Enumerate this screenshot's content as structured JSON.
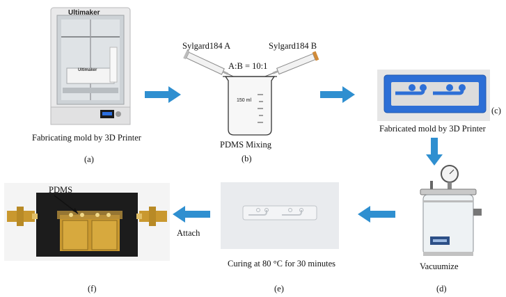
{
  "steps": {
    "a": {
      "caption": "Fabricating mold by 3D Printer",
      "label": "(a)",
      "brand": "Ultimaker",
      "brand_front": "Ultimaker"
    },
    "b": {
      "caption": "PDMS Mixing",
      "label": "(b)",
      "syringe_a": "Sylgard184 A",
      "syringe_b": "Sylgard184 B",
      "ratio": "A:B = 10:1",
      "beaker_volume": "150 ml"
    },
    "c": {
      "caption": "Fabricated mold by 3D Printer",
      "label": "(c)"
    },
    "d": {
      "caption": "Vacuumize",
      "label": "(d)"
    },
    "e": {
      "caption": "Curing at 80 °C for 30 minutes",
      "label": "(e)"
    },
    "f": {
      "caption": "",
      "label": "(f)",
      "pdms_label": "PDMS",
      "attach_label": "Attach"
    }
  },
  "colors": {
    "arrow": "#2f8fd0",
    "mold_blue": "#2d6fd6",
    "gold": "#c9982f"
  }
}
